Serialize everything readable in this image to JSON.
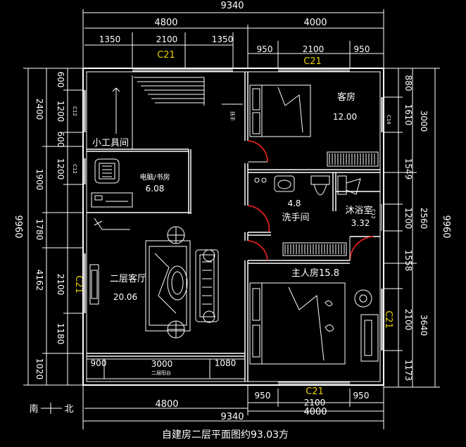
{
  "caption": "自建房二层平面图约93.03方",
  "compass": {
    "south": "南",
    "north": "北"
  },
  "top_dims": {
    "total": "9340",
    "left": "4800",
    "right": "4000",
    "l1": "1350",
    "l2": "2100",
    "l3": "1350",
    "r1": "950",
    "r2": "2100",
    "r3": "950"
  },
  "bottom_dims": {
    "total": "9340",
    "left": "4800",
    "right": "4000",
    "b1": "900",
    "b2": "3000",
    "b3": "1080",
    "r1": "950",
    "r2": "2100",
    "r3": "950"
  },
  "left_dims": {
    "total": "9960",
    "a1": "2400",
    "a2": "1900",
    "a3": "1780",
    "a4": "4162",
    "a5": "1020",
    "b1": "600",
    "b2": "1200",
    "b3": "600",
    "b4": "1200",
    "b5": "2100",
    "b6": "1180"
  },
  "right_dims": {
    "total": "9960",
    "a1": "3000",
    "a2": "2560",
    "a3": "3640",
    "b1": "880",
    "b2": "1610",
    "b3": "1549",
    "b4": "1200",
    "b5": "1558",
    "b6": "2100",
    "b7": "1173"
  },
  "window_labels": {
    "c21": "C21",
    "c12": "C12",
    "c16": "C16"
  },
  "rooms": {
    "toolroom": "小工具间",
    "study_name": "电脑/书房",
    "study_area": "6.08",
    "living_name": "二层客厅",
    "living_area": "20.06",
    "balcony": "二层阳台",
    "guest_name": "客房",
    "guest_area": "12.00",
    "wash_area": "4.8",
    "wash_name": "洗手间",
    "bath_name": "沐浴室",
    "bath_area": "3.32",
    "master": "主人房15.8"
  }
}
